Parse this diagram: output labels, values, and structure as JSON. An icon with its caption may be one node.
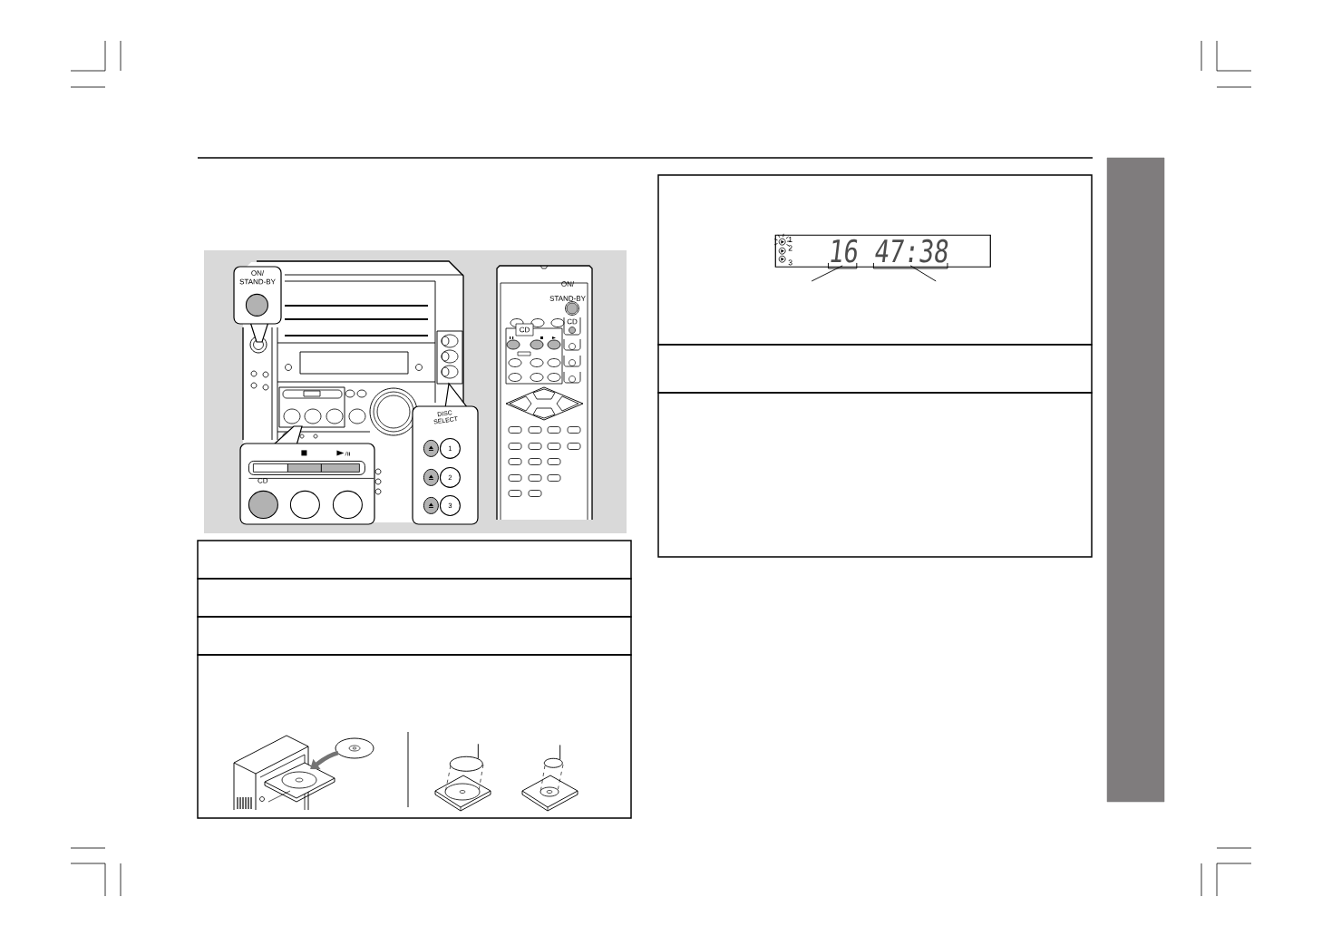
{
  "diagram": {
    "nodes": [
      {
        "text": [
          "ON/ STAND-BY"
        ]
      },
      {
        "text": [
          "CD"
        ]
      },
      {
        "text": [
          "DISC SELECT"
        ]
      },
      {
        "text": [
          "1"
        ],
        "in": 2
      },
      {
        "text": [
          "2"
        ],
        "in": 2
      },
      {
        "text": [
          "3"
        ],
        "in": 2
      },
      {
        "text": [],
        "shape": "box"
      },
      {
        "text": [],
        "shape": "box"
      },
      {
        "text": [],
        "shape": "box"
      },
      {
        "text": [],
        "shape": "box"
      },
      {
        "text": [],
        "shape": "circle",
        "in": 9
      },
      {
        "text": [],
        "shape": "circle",
        "in": 9
      },
      {
        "text": [],
        "shape": "box"
      },
      {
        "text": [
          "1",
          "2",
          "3"
        ],
        "in": 12
      },
      {
        "text": [
          "16"
        ],
        "in": 13
      },
      {
        "text": [
          "47:38"
        ],
        "in": 13
      },
      {
        "text": [],
        "shape": "box"
      },
      {
        "text": [],
        "shape": "box"
      },
      {
        "text": [],
        "shape": "bar"
      }
    ],
    "edges": [
      {
        "from": null,
        "to": 14,
        "arrow": "none"
      },
      {
        "from": null,
        "to": 15,
        "arrow": "none"
      },
      {
        "from": null,
        "to": 10,
        "arrow": "none"
      },
      {
        "from": null,
        "to": 11,
        "arrow": "none"
      }
    ],
    "labels": [
      "ON/ STAND-BY",
      "CD",
      "CD"
    ]
  }
}
